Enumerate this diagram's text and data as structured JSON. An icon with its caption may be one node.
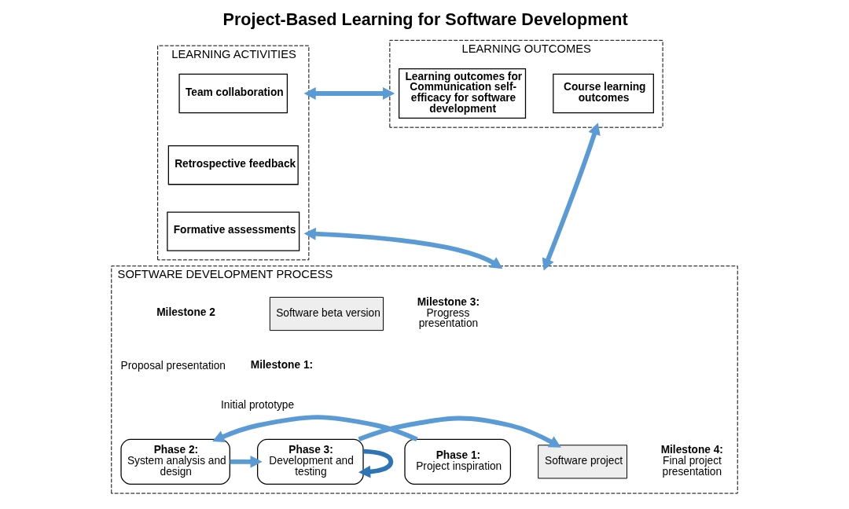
{
  "diagram": {
    "title": "Project-Based Learning for Software Development",
    "nodes": [
      {
        "text": [
          "LEARNING OUTCOMES"
        ]
      },
      {
        "text": [
          "Course learning outcomes"
        ],
        "in": 0
      },
      {
        "text": [
          "Learning outcomes for Communication self-efficacy for software development"
        ],
        "in": 0
      },
      {
        "text": [
          "LEARNING ACTIVITIES"
        ]
      },
      {
        "text": [
          "Team collaboration"
        ],
        "in": 3
      },
      {
        "text": [
          "Retrospective feedback"
        ],
        "in": 3
      },
      {
        "text": [
          "Formative assessments"
        ],
        "in": 3
      },
      {
        "text": [
          "SOFTWARE DEVELOPMENT PROCESS"
        ]
      },
      {
        "text": [
          "Phase 1:",
          "Project inspiration"
        ],
        "in": 7
      },
      {
        "text": [
          "Phase 2:",
          "System analysis and design"
        ],
        "in": 7
      },
      {
        "text": [
          "Phase 3:",
          "Development and testing"
        ],
        "in": 7
      },
      {
        "text": [
          "Software beta version"
        ],
        "in": 7,
        "beside": [
          "Milestone 3:",
          "Progress presentation"
        ]
      },
      {
        "text": [
          "Software project"
        ],
        "in": 7,
        "beside": [
          "Milestone 4:",
          "Final project presentation"
        ]
      }
    ],
    "edges": [
      {
        "from": 0,
        "to": 3,
        "arrow": "both"
      },
      {
        "from": 0,
        "to": 7,
        "arrow": "both"
      },
      {
        "from": 3,
        "to": 7,
        "arrow": "both"
      },
      {
        "from": 8,
        "to": 9,
        "arrow": "to"
      },
      {
        "from": 9,
        "to": 10,
        "arrow": "to"
      },
      {
        "from": 10,
        "to": 10,
        "arrow": "to"
      },
      {
        "from": 10,
        "to": 12,
        "arrow": "to"
      }
    ],
    "labels": [
      "Milestone 1:",
      "Initial prototype",
      "Milestone 2",
      "Proposal presentation"
    ]
  }
}
